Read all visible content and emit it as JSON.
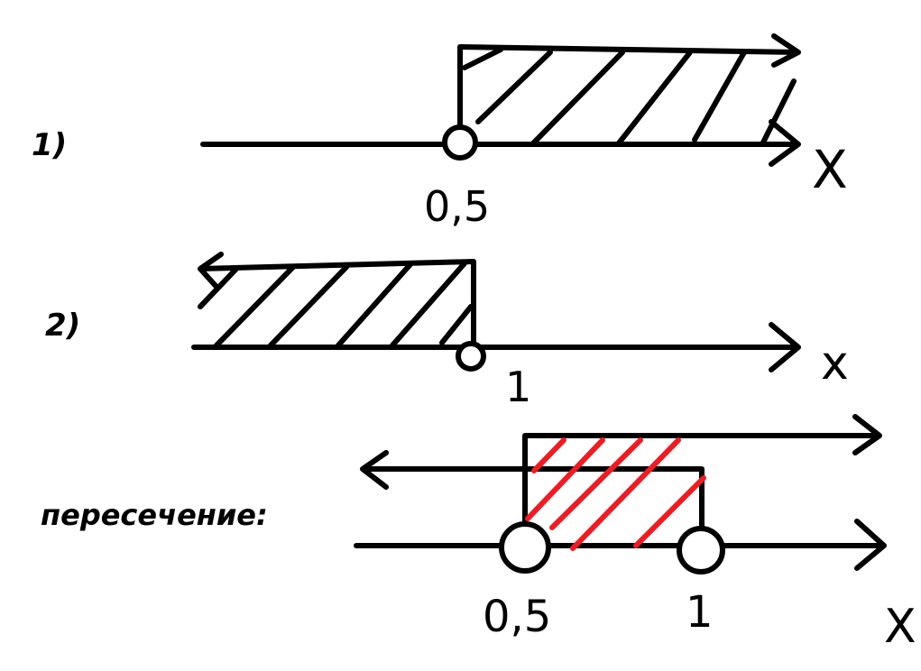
{
  "diagram": {
    "colors": {
      "ink": "#000000",
      "intersection_hatch": "#ed1c24"
    },
    "part1": {
      "label": "1)",
      "point": "0,5",
      "axis": "X"
    },
    "part2": {
      "label": "2)",
      "point": "1",
      "axis": "x"
    },
    "part3": {
      "label": "пересечение:",
      "point_left": "0,5",
      "point_right": "1",
      "axis": "X"
    }
  }
}
